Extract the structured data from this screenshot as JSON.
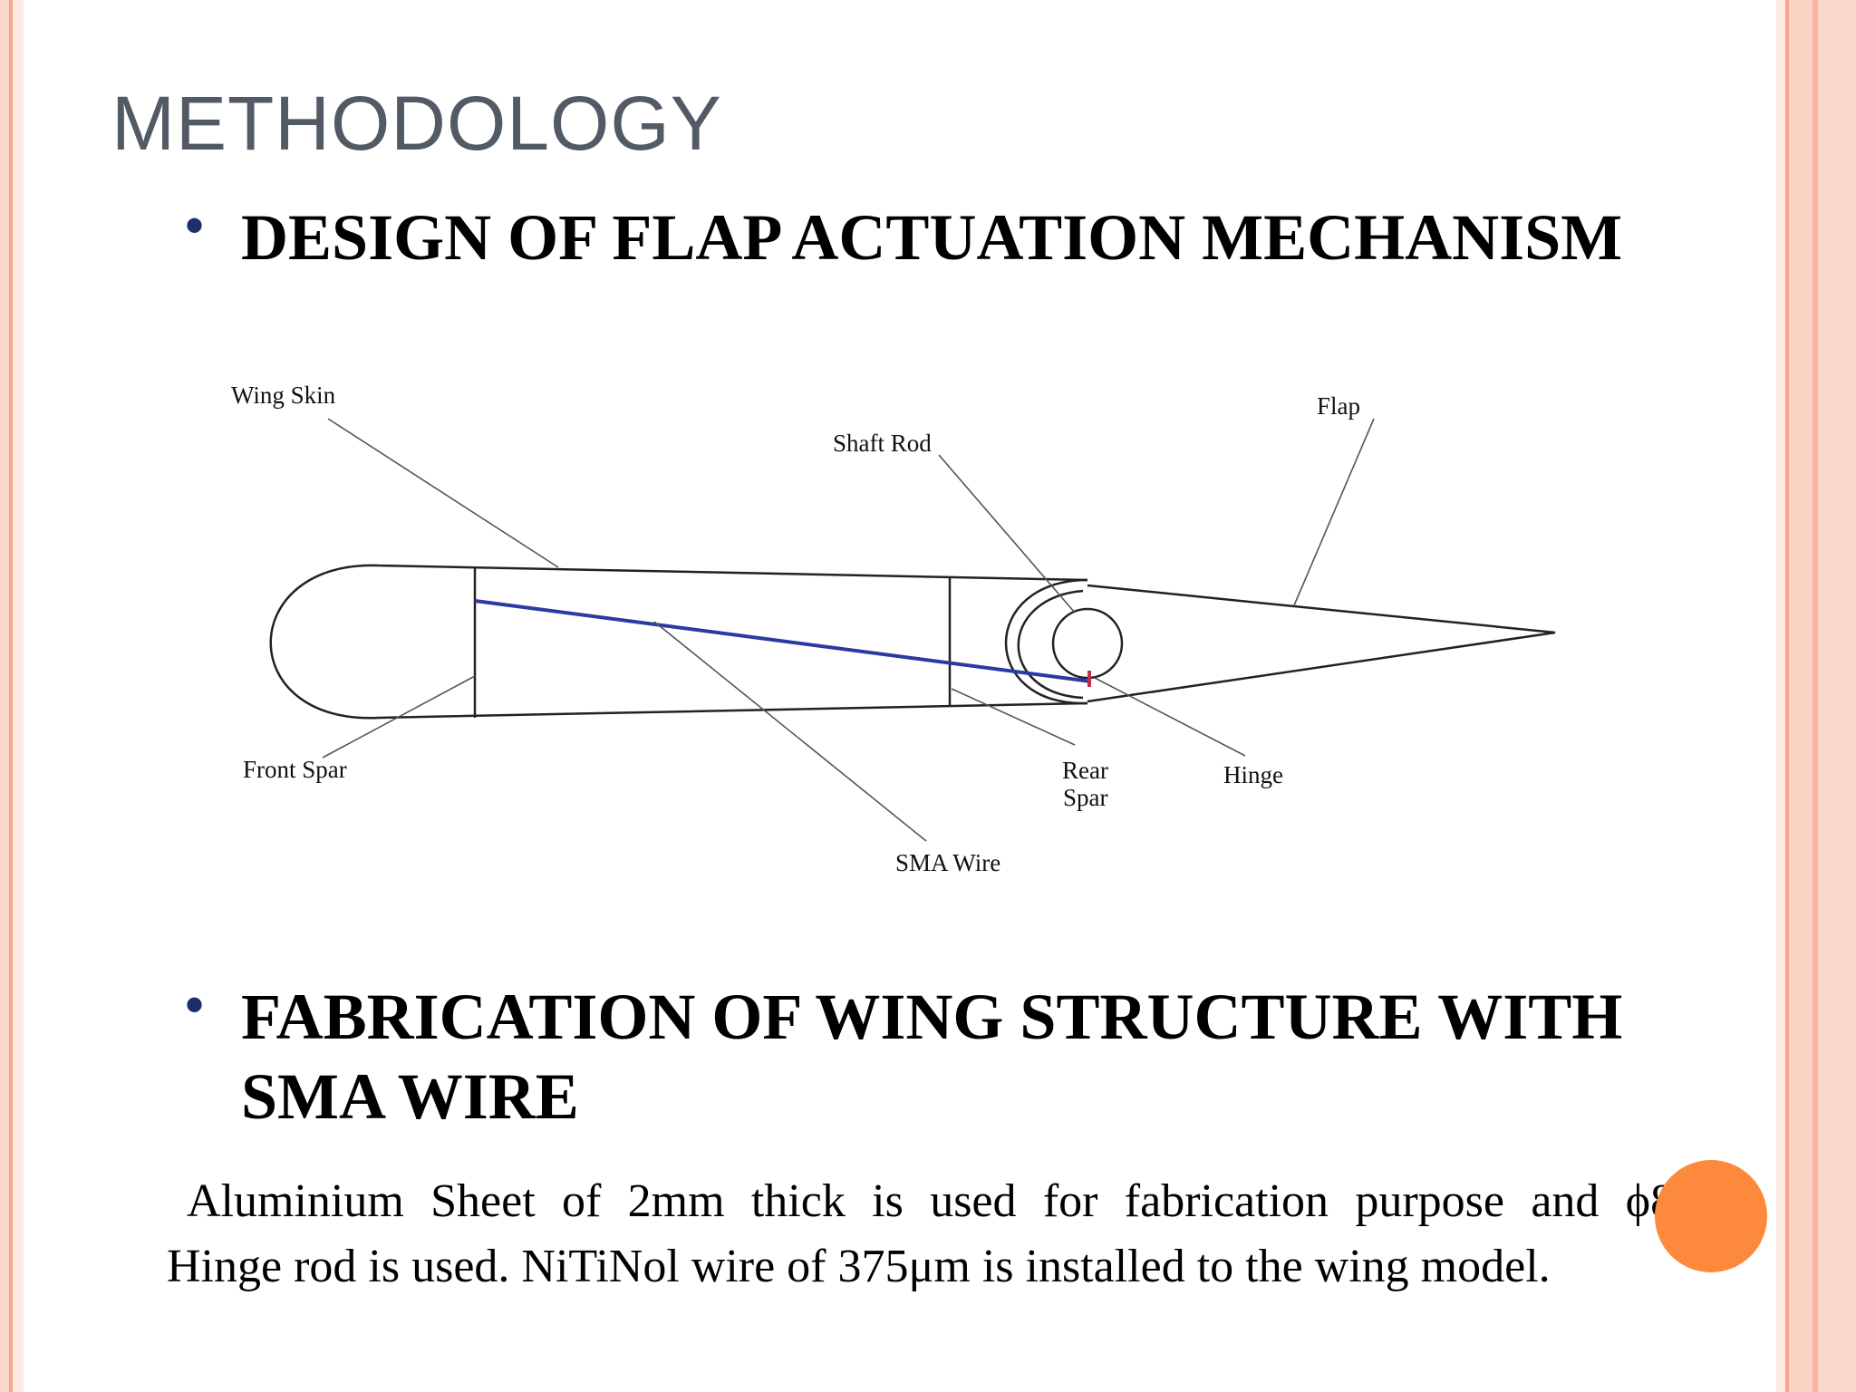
{
  "title": "METHODOLOGY",
  "bullet_1": "DESIGN OF  FLAP ACTUATION MECHANISM",
  "bullet_2": "FABRICATION OF WING STRUCTURE WITH SMA WIRE",
  "body_line_1": "Aluminium Sheet of 2mm thick is used for fabrication purpose and ϕ8mm",
  "body_line_2": "Hinge rod is used. NiTiNol wire of 375μm is installed to the wing model.",
  "diagram": {
    "labels": {
      "wing_skin": "Wing Skin",
      "flap": "Flap",
      "shaft_rod": "Shaft Rod",
      "front_spar": "Front Spar",
      "rear_spar_1": "Rear",
      "rear_spar_2": "Spar",
      "hinge": "Hinge",
      "sma_wire": "SMA Wire"
    },
    "colors": {
      "sma_wire": "#2a3aa0",
      "hinge_mark": "#c0304a"
    }
  },
  "colors": {
    "title": "#525a66",
    "bullet": "#1f2e6b",
    "accent_dot": "#fd8a3c",
    "border": "#f4a58c"
  }
}
